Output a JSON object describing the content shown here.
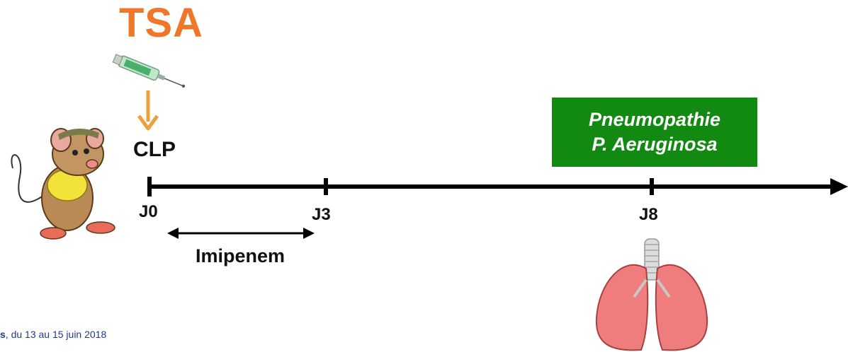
{
  "title": "TSA",
  "event_start": "CLP",
  "timeline": {
    "ticks": [
      "J0",
      "J3",
      "J8"
    ]
  },
  "treatment": "Imipenem",
  "infection_box": {
    "line1": "Pneumopathie",
    "line2": "P. Aeruginosa"
  },
  "footer": {
    "bold_part": "s",
    "rest": ", du 13 au 15 juin 2018"
  },
  "colors": {
    "title": "#f0772a",
    "arrow": "#f0a03a",
    "box": "#128a12",
    "footer": "#1f3a8a"
  },
  "icons": [
    "syringe-icon",
    "mouse-icon",
    "lungs-icon"
  ]
}
